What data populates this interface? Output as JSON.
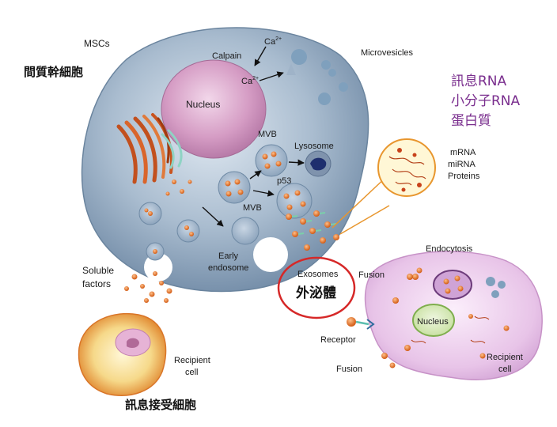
{
  "labels": {
    "mscs": "MSCs",
    "mscs_cn": "間質幹細胞",
    "calpain": "Calpain",
    "ca_top": "Ca",
    "ca_mid": "Ca",
    "ca_sup": "2+",
    "microvesicles": "Microvesicles",
    "nucleus": "Nucleus",
    "mvb_top": "MVB",
    "lysosome": "Lysosome",
    "p53": "p53",
    "mvb_bottom": "MVB",
    "early_endosome_1": "Early",
    "early_endosome_2": "endosome",
    "soluble_1": "Soluble",
    "soluble_2": "factors",
    "exosomes": "Exosomes",
    "exosomes_cn": "外泌體",
    "fusion_top": "Fusion",
    "endocytosis": "Endocytosis",
    "receptor": "Receptor",
    "fusion_bottom": "Fusion",
    "recipient_nucleus": "Nucleus",
    "recipient_1": "Recipient",
    "recipient_2": "cell",
    "recipient_left_1": "Recipient",
    "recipient_left_2": "cell",
    "recipient_cn": "訊息接受細胞",
    "cargo_mrna": "mRNA",
    "cargo_mirna": "miRNA",
    "cargo_proteins": "Proteins",
    "cargo_cn_1": "訊息RNA",
    "cargo_cn_2": "小分子RNA",
    "cargo_cn_3": "蛋白質"
  },
  "colors": {
    "cell_body": "#9fb3c8",
    "nucleus": "#c77fb2",
    "vesicle": "#e8772e",
    "highlight_ring": "#d62828",
    "cargo_text": "#7a2e8e",
    "recipient_cell": "#e7c3e6",
    "inset_border": "#e8962e"
  }
}
